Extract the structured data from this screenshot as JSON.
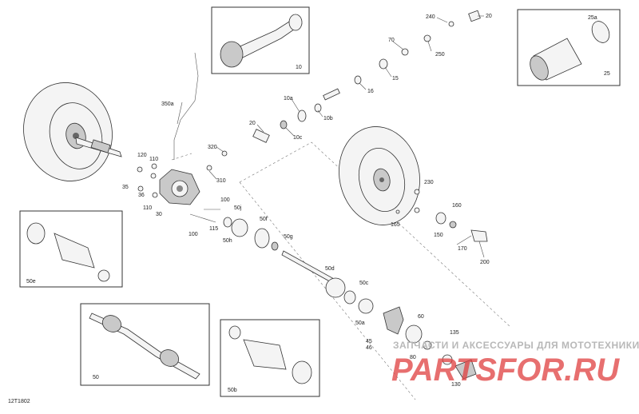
{
  "diagram": {
    "reference_code": "12T1802",
    "labels": {
      "p10": "10",
      "p10a": "10a",
      "p10b": "10b",
      "p10c": "10c",
      "p15": "15",
      "p16": "16",
      "p20_top": "20",
      "p20_mid": "20",
      "p25": "25",
      "p25a": "25a",
      "p30": "30",
      "p35": "35",
      "p36": "36",
      "p45": "45",
      "p46": "46",
      "p50": "50",
      "p50a": "50a",
      "p50b": "50b",
      "p50c": "50c",
      "p50d": "50d",
      "p50e": "50e",
      "p50f": "50f",
      "p50g": "50g",
      "p50h": "50h",
      "p50j": "50j",
      "p60": "60",
      "p70": "70",
      "p80": "80",
      "p100a": "100",
      "p100b": "100",
      "p110a": "110",
      "p110b": "110",
      "p115": "115",
      "p120": "120",
      "p130": "130",
      "p135": "135",
      "p150": "150",
      "p160": "160",
      "p165": "165",
      "p170": "170",
      "p200": "200",
      "p230": "230",
      "p240": "240",
      "p250": "250",
      "p310": "310",
      "p320": "320",
      "p350a": "350a"
    }
  },
  "watermark": {
    "tagline": "ЗАПЧАСТИ И АКСЕССУАРЫ ДЛЯ МОТОТЕХНИКИ",
    "brand": "PARTSFOR.RU",
    "brand_color": "#e04040"
  }
}
